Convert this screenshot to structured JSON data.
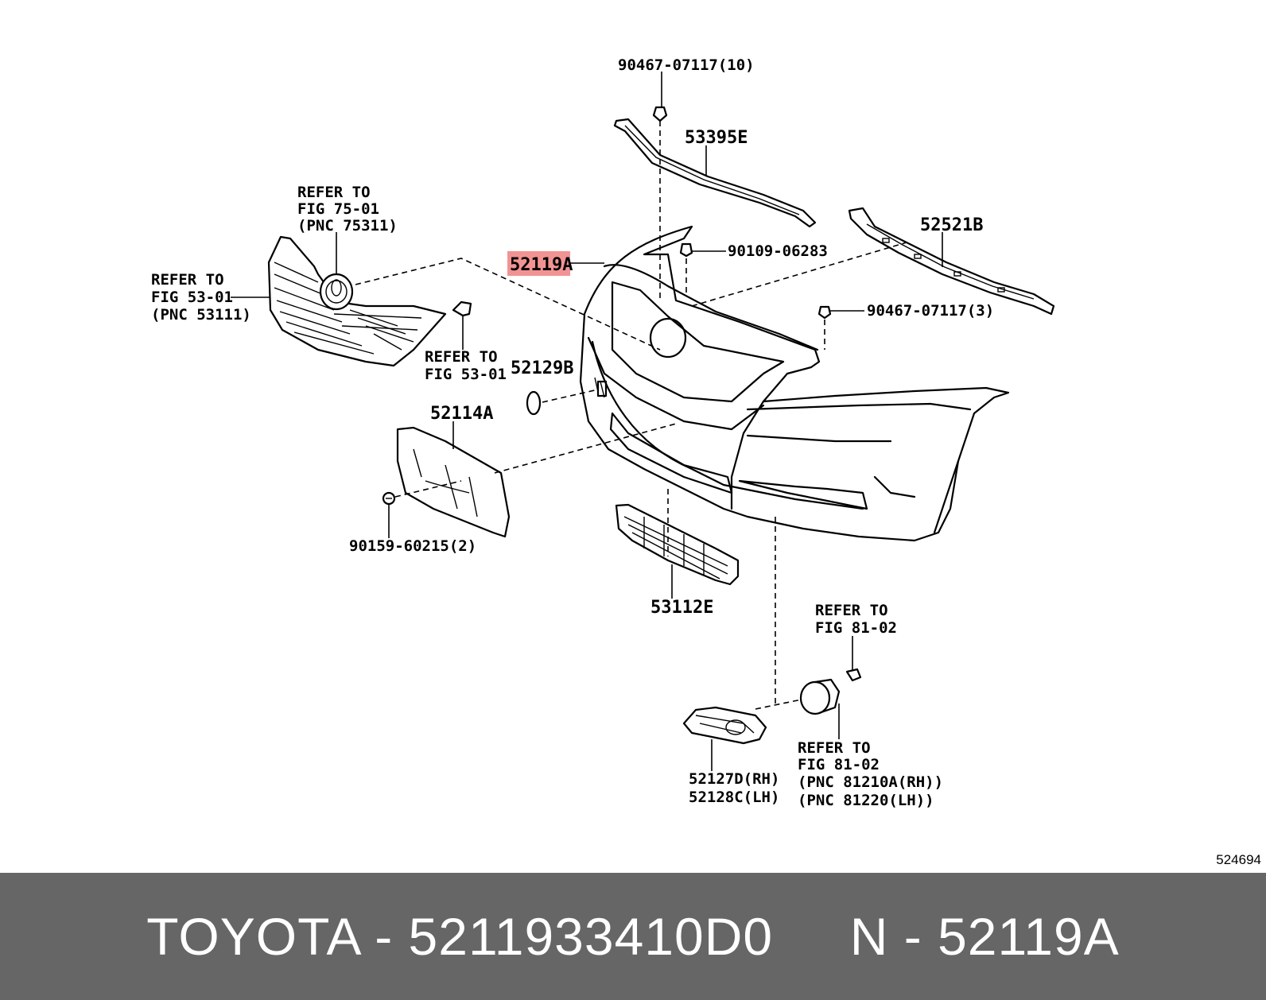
{
  "diagram": {
    "labels": {
      "p90467_top": "90467-07117(10)",
      "p53395E": "53395E",
      "p52521B": "52521B",
      "p90109": "90109-06283",
      "p52119A": "52119A",
      "p90467_right": "90467-07117(3)",
      "refer_emblem_1": "REFER TO",
      "refer_emblem_2": "FIG 75-01",
      "refer_emblem_3": "(PNC 75311)",
      "refer_grille_1": "REFER TO",
      "refer_grille_2": "FIG 53-01",
      "refer_grille_3": "(PNC 53111)",
      "refer_clip_1": "REFER TO",
      "refer_clip_2": "FIG 53-01",
      "p52129B": "52129B",
      "p52114A": "52114A",
      "p90159": "90159-60215(2)",
      "p53112E": "53112E",
      "refer_bulb_1": "REFER TO",
      "refer_bulb_2": "FIG 81-02",
      "refer_fog_1": "REFER TO",
      "refer_fog_2": "FIG 81-02",
      "refer_fog_3": "(PNC 81210A(RH))",
      "refer_fog_4": "(PNC 81220(LH))",
      "p52127D": "52127D(RH)",
      "p52128C": "52128C(LH)"
    },
    "highlight_color": "#f08080",
    "image_id": "524694"
  },
  "footer": {
    "text": "TOYOTA - 5211933410D0     N - 52119A",
    "background": "#666666"
  }
}
